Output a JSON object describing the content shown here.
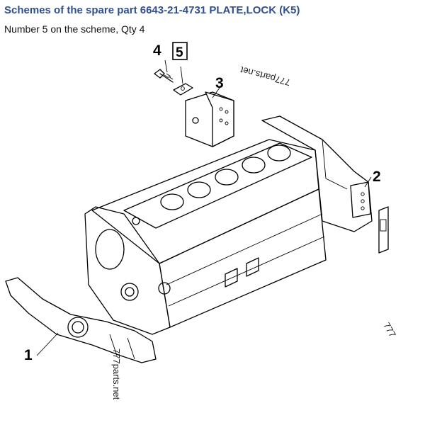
{
  "header": {
    "title": "Schemes of the spare part 6643-21-4731 PLATE,LOCK (K5)",
    "subtitle": "Number 5 on the scheme, Qty 4"
  },
  "diagram": {
    "callouts": [
      "1",
      "2",
      "3",
      "4",
      "5"
    ],
    "highlighted_callout": "5",
    "watermarks": [
      "777parts.net",
      "777parts.net",
      "777"
    ]
  }
}
